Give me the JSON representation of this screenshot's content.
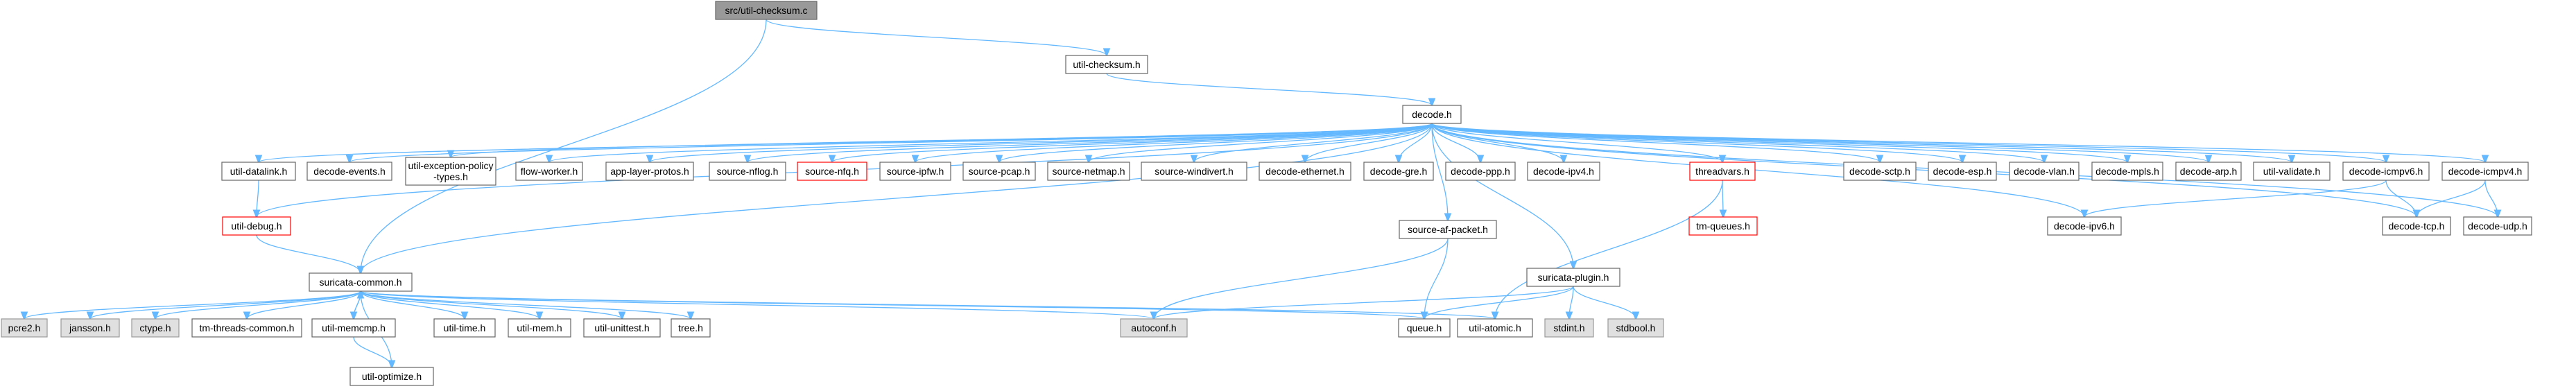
{
  "graph": {
    "title": "src/util-checksum.c",
    "colors": {
      "edge": "#63b8ff",
      "default_border": "#666666",
      "default_fill": "#ffffff",
      "root_fill": "#999999",
      "missing_fill": "#e0e0e0",
      "missing_border": "#999999",
      "truncated_border": "#ff0000"
    },
    "nodes": [
      {
        "id": "root",
        "label": "src/util-checksum.c",
        "style": "root"
      },
      {
        "id": "utilchecksum",
        "label": "util-checksum.h",
        "style": "normal"
      },
      {
        "id": "decode",
        "label": "decode.h",
        "style": "normal"
      },
      {
        "id": "suricata_common",
        "label": "suricata-common.h",
        "style": "normal"
      },
      {
        "id": "util_datalink",
        "label": "util-datalink.h",
        "style": "normal"
      },
      {
        "id": "decode_events",
        "label": "decode-events.h",
        "style": "normal"
      },
      {
        "id": "util_exception",
        "label": "util-exception-policy\n-types.h",
        "style": "normal"
      },
      {
        "id": "flow_worker",
        "label": "flow-worker.h",
        "style": "normal"
      },
      {
        "id": "app_layer_protos",
        "label": "app-layer-protos.h",
        "style": "normal"
      },
      {
        "id": "source_nflog",
        "label": "source-nflog.h",
        "style": "normal"
      },
      {
        "id": "source_nfq",
        "label": "source-nfq.h",
        "style": "truncated"
      },
      {
        "id": "source_ipfw",
        "label": "source-ipfw.h",
        "style": "normal"
      },
      {
        "id": "source_pcap",
        "label": "source-pcap.h",
        "style": "normal"
      },
      {
        "id": "source_netmap",
        "label": "source-netmap.h",
        "style": "normal"
      },
      {
        "id": "source_windivert",
        "label": "source-windivert.h",
        "style": "normal"
      },
      {
        "id": "decode_ethernet",
        "label": "decode-ethernet.h",
        "style": "normal"
      },
      {
        "id": "decode_gre",
        "label": "decode-gre.h",
        "style": "normal"
      },
      {
        "id": "decode_ppp",
        "label": "decode-ppp.h",
        "style": "normal"
      },
      {
        "id": "decode_ipv4",
        "label": "decode-ipv4.h",
        "style": "normal"
      },
      {
        "id": "threadvars",
        "label": "threadvars.h",
        "style": "truncated"
      },
      {
        "id": "decode_sctp",
        "label": "decode-sctp.h",
        "style": "normal"
      },
      {
        "id": "decode_esp",
        "label": "decode-esp.h",
        "style": "normal"
      },
      {
        "id": "decode_vlan",
        "label": "decode-vlan.h",
        "style": "normal"
      },
      {
        "id": "decode_mpls",
        "label": "decode-mpls.h",
        "style": "normal"
      },
      {
        "id": "decode_arp",
        "label": "decode-arp.h",
        "style": "normal"
      },
      {
        "id": "util_validate",
        "label": "util-validate.h",
        "style": "normal"
      },
      {
        "id": "decode_icmpv6",
        "label": "decode-icmpv6.h",
        "style": "normal"
      },
      {
        "id": "decode_icmpv4",
        "label": "decode-icmpv4.h",
        "style": "normal"
      },
      {
        "id": "util_debug",
        "label": "util-debug.h",
        "style": "truncated"
      },
      {
        "id": "tm_queues",
        "label": "tm-queues.h",
        "style": "truncated"
      },
      {
        "id": "decode_ipv6",
        "label": "decode-ipv6.h",
        "style": "normal"
      },
      {
        "id": "decode_tcp",
        "label": "decode-tcp.h",
        "style": "normal"
      },
      {
        "id": "decode_udp",
        "label": "decode-udp.h",
        "style": "normal"
      },
      {
        "id": "source_af_packet",
        "label": "source-af-packet.h",
        "style": "normal"
      },
      {
        "id": "suricata_plugin",
        "label": "suricata-plugin.h",
        "style": "normal"
      },
      {
        "id": "pcre2",
        "label": "pcre2.h",
        "style": "missing"
      },
      {
        "id": "jansson",
        "label": "jansson.h",
        "style": "missing"
      },
      {
        "id": "ctype",
        "label": "ctype.h",
        "style": "missing"
      },
      {
        "id": "tm_threads_common",
        "label": "tm-threads-common.h",
        "style": "normal"
      },
      {
        "id": "util_memcmp",
        "label": "util-memcmp.h",
        "style": "normal"
      },
      {
        "id": "util_time",
        "label": "util-time.h",
        "style": "normal"
      },
      {
        "id": "util_mem",
        "label": "util-mem.h",
        "style": "normal"
      },
      {
        "id": "util_unittest",
        "label": "util-unittest.h",
        "style": "normal"
      },
      {
        "id": "tree",
        "label": "tree.h",
        "style": "normal"
      },
      {
        "id": "autoconf",
        "label": "autoconf.h",
        "style": "missing"
      },
      {
        "id": "queue",
        "label": "queue.h",
        "style": "normal"
      },
      {
        "id": "util_atomic",
        "label": "util-atomic.h",
        "style": "normal"
      },
      {
        "id": "stdint",
        "label": "stdint.h",
        "style": "missing"
      },
      {
        "id": "stdbool",
        "label": "stdbool.h",
        "style": "missing"
      },
      {
        "id": "util_optimize",
        "label": "util-optimize.h",
        "style": "normal"
      }
    ],
    "edges": [
      [
        "root",
        "utilchecksum"
      ],
      [
        "root",
        "suricata_common"
      ],
      [
        "utilchecksum",
        "decode"
      ],
      [
        "decode",
        "suricata_common"
      ],
      [
        "decode",
        "util_datalink"
      ],
      [
        "decode",
        "decode_events"
      ],
      [
        "decode",
        "util_exception"
      ],
      [
        "decode",
        "flow_worker"
      ],
      [
        "decode",
        "app_layer_protos"
      ],
      [
        "decode",
        "source_nflog"
      ],
      [
        "decode",
        "source_nfq"
      ],
      [
        "decode",
        "source_ipfw"
      ],
      [
        "decode",
        "source_pcap"
      ],
      [
        "decode",
        "source_netmap"
      ],
      [
        "decode",
        "source_windivert"
      ],
      [
        "decode",
        "decode_ethernet"
      ],
      [
        "decode",
        "decode_gre"
      ],
      [
        "decode",
        "decode_ppp"
      ],
      [
        "decode",
        "decode_ipv4"
      ],
      [
        "decode",
        "threadvars"
      ],
      [
        "decode",
        "decode_sctp"
      ],
      [
        "decode",
        "decode_esp"
      ],
      [
        "decode",
        "decode_vlan"
      ],
      [
        "decode",
        "decode_mpls"
      ],
      [
        "decode",
        "decode_arp"
      ],
      [
        "decode",
        "util_validate"
      ],
      [
        "decode",
        "decode_icmpv6"
      ],
      [
        "decode",
        "decode_icmpv4"
      ],
      [
        "decode",
        "util_debug"
      ],
      [
        "decode",
        "decode_ipv6"
      ],
      [
        "decode",
        "decode_tcp"
      ],
      [
        "decode",
        "decode_udp"
      ],
      [
        "decode",
        "source_af_packet"
      ],
      [
        "decode",
        "suricata_plugin"
      ],
      [
        "util_datalink",
        "util_debug"
      ],
      [
        "util_debug",
        "suricata_common"
      ],
      [
        "threadvars",
        "tm_queues"
      ],
      [
        "threadvars",
        "util_atomic"
      ],
      [
        "decode_icmpv6",
        "decode_ipv6"
      ],
      [
        "decode_icmpv6",
        "decode_tcp"
      ],
      [
        "decode_icmpv4",
        "decode_tcp"
      ],
      [
        "decode_icmpv4",
        "decode_udp"
      ],
      [
        "source_af_packet",
        "queue"
      ],
      [
        "source_af_packet",
        "autoconf"
      ],
      [
        "suricata_plugin",
        "queue"
      ],
      [
        "suricata_plugin",
        "autoconf"
      ],
      [
        "suricata_plugin",
        "stdint"
      ],
      [
        "suricata_plugin",
        "stdbool"
      ],
      [
        "suricata_common",
        "pcre2"
      ],
      [
        "suricata_common",
        "jansson"
      ],
      [
        "suricata_common",
        "ctype"
      ],
      [
        "suricata_common",
        "tm_threads_common"
      ],
      [
        "suricata_common",
        "util_memcmp"
      ],
      [
        "suricata_common",
        "util_time"
      ],
      [
        "suricata_common",
        "util_mem"
      ],
      [
        "suricata_common",
        "util_unittest"
      ],
      [
        "suricata_common",
        "tree"
      ],
      [
        "suricata_common",
        "autoconf"
      ],
      [
        "suricata_common",
        "queue"
      ],
      [
        "suricata_common",
        "util_atomic"
      ],
      [
        "suricata_common",
        "util_optimize"
      ],
      [
        "util_memcmp",
        "suricata_common"
      ],
      [
        "util_memcmp",
        "util_optimize"
      ]
    ]
  }
}
